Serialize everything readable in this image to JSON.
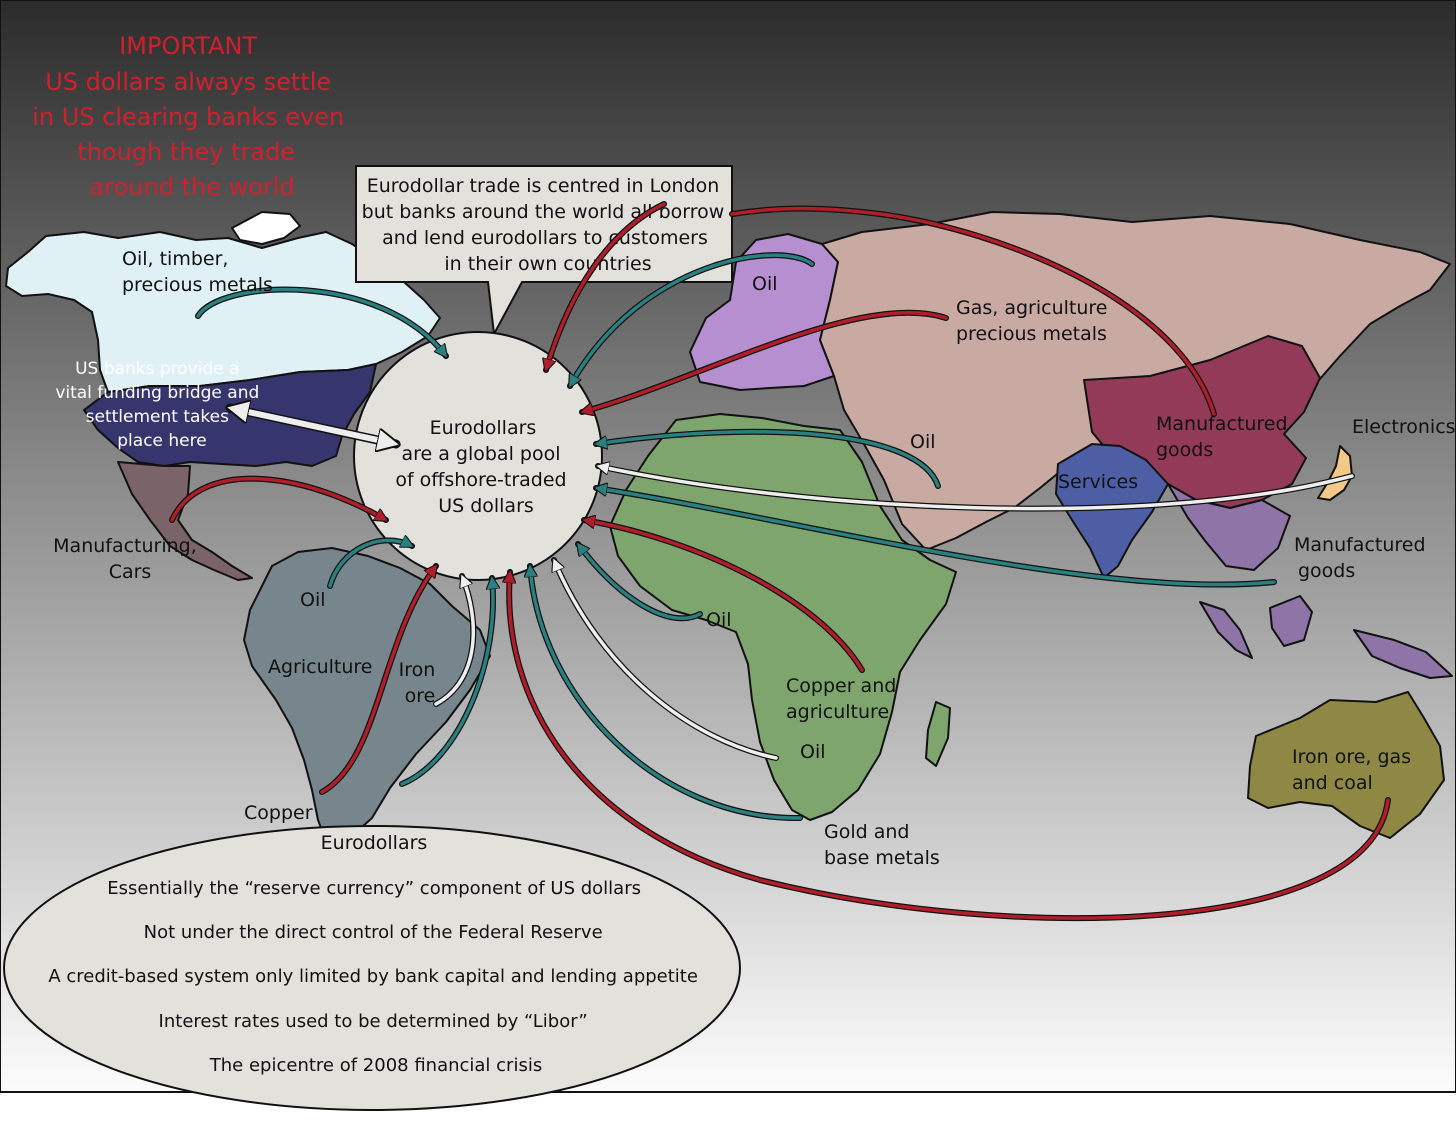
{
  "important": {
    "lines": [
      "IMPORTANT",
      "US dollars always settle",
      "in US clearing banks even",
      "though they trade",
      "around the world"
    ],
    "color": "#d0202e"
  },
  "callout": {
    "lines": [
      "Eurodollar trade is centred in London",
      "but banks around the world all borrow",
      "and lend eurodollars to customers",
      "in their own countries"
    ]
  },
  "pool": {
    "lines": [
      "Eurodollars",
      "are a global pool",
      "of offshore-traded",
      "US dollars"
    ]
  },
  "us_banks": {
    "lines": [
      "US banks provide a",
      "vital funding bridge and",
      "settlement takes",
      "place here"
    ]
  },
  "labels": {
    "oil_timber": [
      "Oil, timber,",
      "precious metals"
    ],
    "manufacturing_cars": [
      "Manufacturing,",
      "Cars"
    ],
    "oil_sa": "Oil",
    "agriculture": "Agriculture",
    "iron_ore": [
      "Iron",
      "ore"
    ],
    "copper": "Copper",
    "oil_europe": "Oil",
    "gas_agri": [
      "Gas, agriculture",
      "precious metals"
    ],
    "oil_mideast": "Oil",
    "manufactured_china": [
      "Manufactured",
      "goods"
    ],
    "electronics": "Electronics",
    "services": "Services",
    "manufactured_se": [
      "Manufactured",
      "goods"
    ],
    "oil_west_africa": "Oil",
    "copper_agri": [
      "Copper and",
      "agriculture"
    ],
    "oil_south_africa": "Oil",
    "gold_base": [
      "Gold and",
      "base metals"
    ],
    "iron_gas_coal": [
      "Iron ore, gas",
      "and coal"
    ]
  },
  "facts": {
    "title": "Eurodollars",
    "items": [
      "Essentially the “reserve currency” component of US dollars",
      "Not under the direct control of the Federal Reserve",
      "A credit-based system only limited by bank capital and lending appetite",
      "Interest rates used to be determined by “Libor”",
      "The epicentre of 2008 financial crisis"
    ]
  },
  "colors": {
    "arrow_red": "#b01e2a",
    "arrow_teal": "#2a8080",
    "arrow_white": "#eeeeee",
    "canada": "#dff1f5",
    "usa": "#37356d",
    "mexico": "#7b6468",
    "south_america": "#77858c",
    "europe": "#b58fcf",
    "russia_asia": "#c8aaa2",
    "china": "#923a58",
    "india": "#4e5ea4",
    "se_asia": "#8f74a8",
    "japan": "#f2c987",
    "africa": "#7ea56e",
    "australia": "#8e8844"
  }
}
